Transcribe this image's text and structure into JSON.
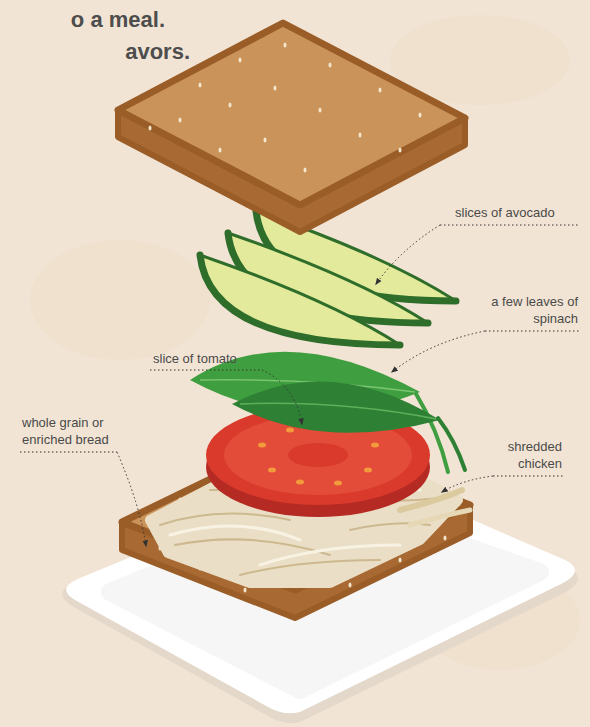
{
  "diagram": {
    "labels": [
      "o a meal.",
      "avors.",
      "slices of avocado",
      "a few leaves of spinach",
      "slice of tomato",
      "whole grain or enriched bread",
      "shredded chicken"
    ]
  }
}
